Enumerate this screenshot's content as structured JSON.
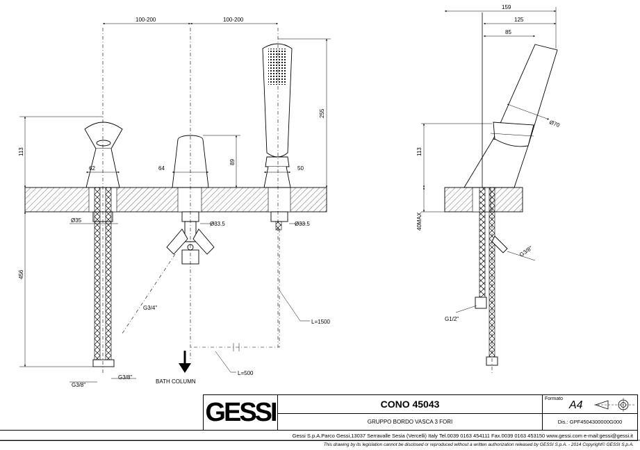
{
  "front_view": {
    "dims": {
      "spacing_left": "100-200",
      "spacing_right": "100-200",
      "height_113": "113",
      "width_62": "62",
      "width_64": "64",
      "height_89": "89",
      "height_255": "255",
      "width_50": "50",
      "dia_35": "Ø35",
      "dia_33_5_a": "Ø33.5",
      "dia_33_5_b": "Ø33.5",
      "height_456": "456",
      "thread_g34": "G3/4\"",
      "length_1500": "L=1500",
      "length_500": "L=500",
      "thread_g38_a": "G3/8\"",
      "thread_g38_b": "G3/8\"",
      "bath_column": "BATH COLUMN"
    }
  },
  "side_view": {
    "dims": {
      "width_159": "159",
      "width_125": "125",
      "width_85": "85",
      "dia_70": "Ø70",
      "height_113": "113",
      "max_40": "40MAX",
      "thread_g38": "G3/8\"",
      "thread_g12": "G1/2\""
    }
  },
  "title_block": {
    "logo": "GESSI",
    "title": "CONO 45043",
    "subtitle": "GRUPPO BORDO VASCA 3 FORI",
    "format_label": "Formato",
    "format_value": "A4",
    "drawing_number": "Dis.: GPF4504300000G000",
    "address": "Gessi S.p.A.Parco Gessi,13037 Serravalle Sesia (Vercelli) Italy Tel.0039 0163 454111 Fax.0039 0163 453150 www.gessi.com e-mail:gessi@gessi.it",
    "disclaimer": "This drawing by its legislation cannot be disclosed or reproduced without a written authorization released by GESSI S.p.A. - 2014 Copyright© GESSI S.p.A."
  }
}
